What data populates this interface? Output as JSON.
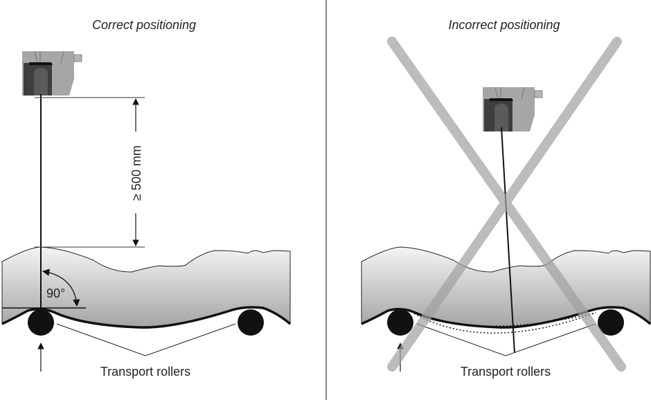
{
  "left_panel": {
    "title": "Correct positioning",
    "distance_label": "≥ 500 mm",
    "angle_label": "90°",
    "rollers_label": "Transport rollers"
  },
  "right_panel": {
    "title": "Incorrect positioning",
    "rollers_label": "Transport rollers"
  },
  "colors": {
    "web_top": "#f2f2f2",
    "web_bottom": "#a9a9a9",
    "cross": "#b0b0b0",
    "sensor": "#a6a6a6"
  }
}
